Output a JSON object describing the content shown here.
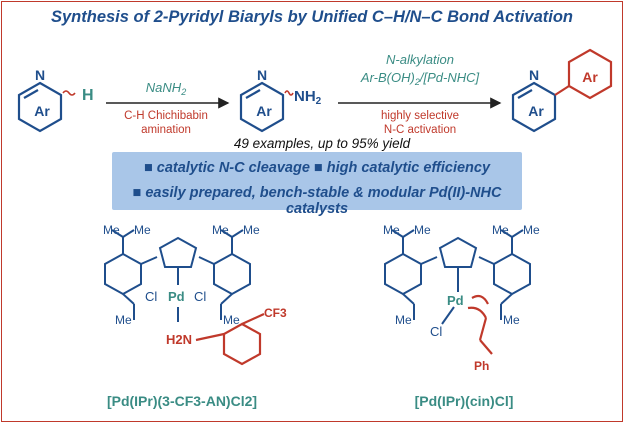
{
  "title": "Synthesis of 2-Pyridyl Biaryls by Unified C–H/N–C Bond Activation",
  "scheme": {
    "step1_above": "NaNH",
    "step1_above_sub": "2",
    "step1_below_1": "C-H Chichibabin",
    "step1_below_2": "amination",
    "step2_above_1": "N-alkylation",
    "step2_above_2": "Ar-B(OH)",
    "step2_above_2_sub": "2",
    "step2_above_2_tail": "/[Pd-NHC]",
    "step2_below_1": "highly selective",
    "step2_below_2": "N-C activation",
    "yield_note": "49 examples, up to 95% yield",
    "ring_atom_N": "N",
    "ring_label_Ar": "Ar",
    "substituent_H": "H",
    "substituent_NH": "NH",
    "substituent_NH_sub": "2"
  },
  "highlights": {
    "line1": "■ catalytic N-C cleavage ■ high catalytic efficiency",
    "line2": "■ easily prepared, bench-stable & modular Pd(II)-NHC catalysts"
  },
  "catalysts": {
    "left_name": "[Pd(IPr)(3-CF3-AN)Cl2]",
    "right_name": "[Pd(IPr)(cin)Cl]",
    "me": "Me",
    "cl": "Cl",
    "pd": "Pd",
    "h2n": "H2N",
    "cf3": "CF3",
    "ph": "Ph"
  },
  "colors": {
    "blue": "#1f4e8c",
    "teal": "#3a8c84",
    "red": "#c0392b",
    "highlight_bg": "#a9c6e8"
  }
}
